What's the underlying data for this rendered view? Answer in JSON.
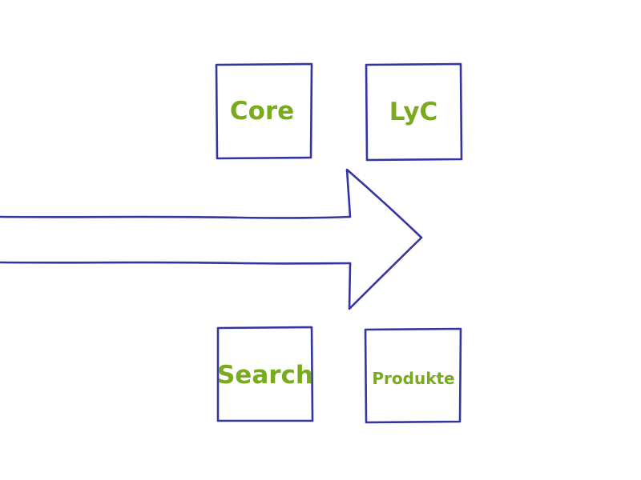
{
  "diagram": {
    "boxes": [
      {
        "id": "core",
        "label": "Core"
      },
      {
        "id": "lyc",
        "label": "LyC"
      },
      {
        "id": "search",
        "label": "Search"
      },
      {
        "id": "produkte",
        "label": "Produkte"
      }
    ]
  },
  "colors": {
    "stroke": "#3535a0",
    "label": "#7aab1e",
    "background": "#ffffff"
  }
}
